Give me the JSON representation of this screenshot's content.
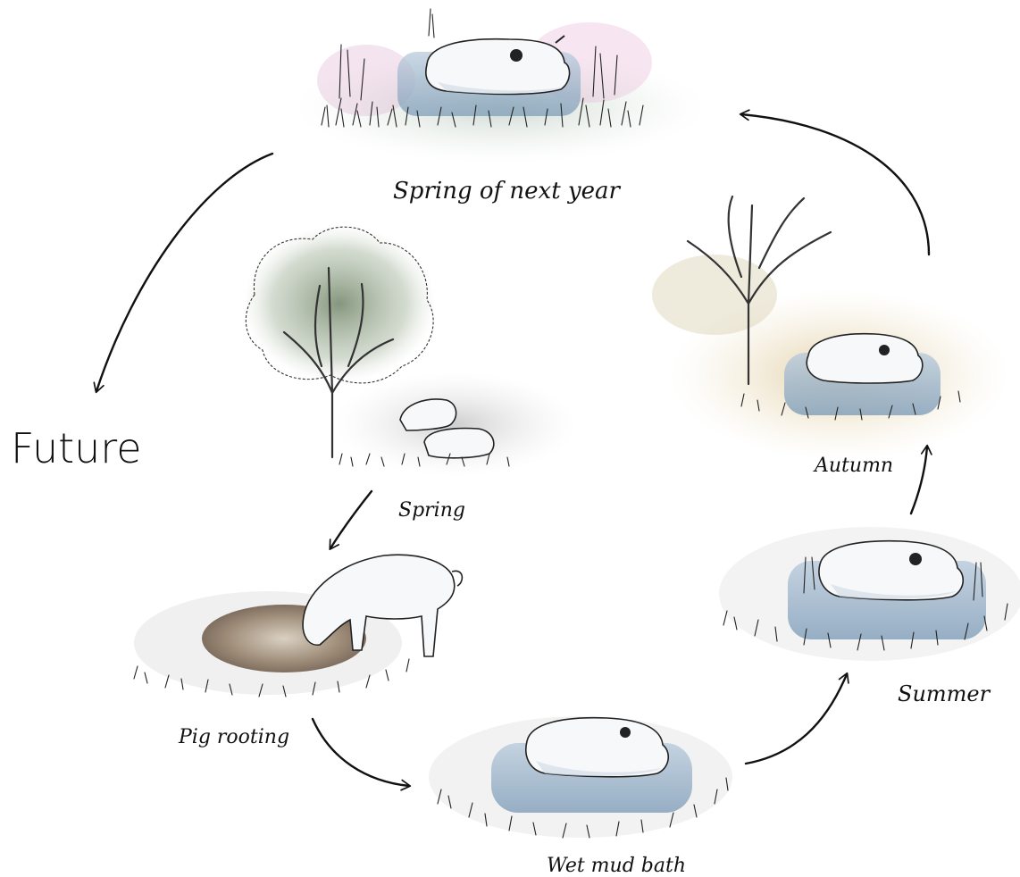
{
  "diagram": {
    "labels": {
      "spring_next_year": "Spring of next year",
      "spring": "Spring",
      "pig_rooting": "Pig rooting",
      "wet_mud_bath": "Wet mud bath",
      "summer": "Summer",
      "autumn": "Autumn",
      "future": "Future"
    }
  }
}
